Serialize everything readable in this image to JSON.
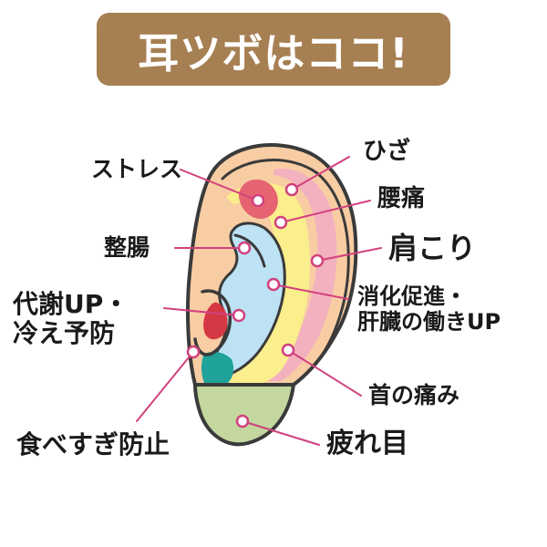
{
  "title": "耳ツボはココ!",
  "colors": {
    "banner": "#a67f52",
    "skin": "#f8cda4",
    "outline": "#3a3a3a",
    "pink_zone": "#f3b1bf",
    "yellow_zone": "#fbee8c",
    "blue_zone": "#bde2f4",
    "green_zone": "#c3d79e",
    "teal_zone": "#1fa39a",
    "red_spot": "#d53845",
    "leader_line": "#d1417e"
  },
  "points": [
    {
      "id": "stress",
      "label": "ストレス"
    },
    {
      "id": "hiza",
      "label": "ひざ"
    },
    {
      "id": "yotsu",
      "label": "腰痛"
    },
    {
      "id": "katakori",
      "label": "肩こり"
    },
    {
      "id": "seicho",
      "label": "整腸"
    },
    {
      "id": "taisha",
      "label": "代謝UP・\n冷え予防"
    },
    {
      "id": "shoka",
      "label": "消化促進・\n肝臓の働きUP"
    },
    {
      "id": "kubi",
      "label": "首の痛み"
    },
    {
      "id": "shokuyoku",
      "label": "食べすぎ防止"
    },
    {
      "id": "hiro",
      "label": "疲れ目"
    }
  ]
}
